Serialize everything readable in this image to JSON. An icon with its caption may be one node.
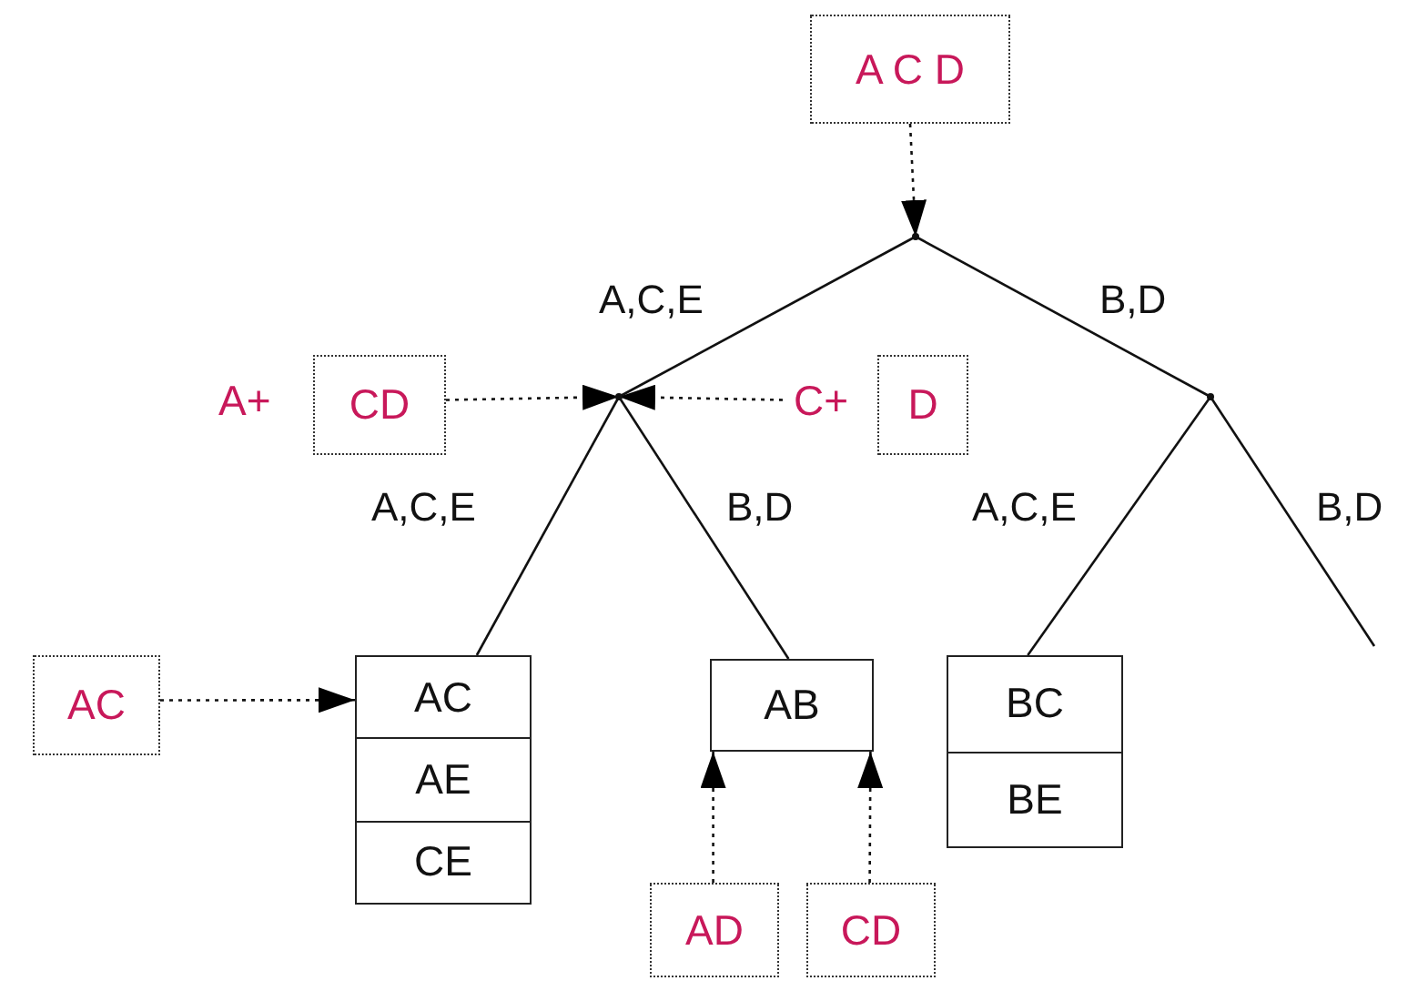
{
  "diagram": {
    "nodes": [
      {
        "text": [
          "A C D"
        ]
      },
      {
        "text": [],
        "shape": "point"
      },
      {
        "text": [],
        "shape": "point"
      },
      {
        "text": [],
        "shape": "point"
      },
      {
        "text": [
          "CD"
        ],
        "beside": [
          "A+"
        ]
      },
      {
        "text": [
          "D"
        ],
        "beside": [
          "C+"
        ]
      },
      {
        "text": [
          "AC"
        ]
      },
      {
        "text": [
          "AC",
          "AE",
          "CE"
        ]
      },
      {
        "text": [
          "AB"
        ]
      },
      {
        "text": [
          "BC",
          "BE"
        ]
      },
      {
        "text": [
          "AD"
        ]
      },
      {
        "text": [
          "CD"
        ]
      }
    ],
    "edges": [
      {
        "from": 0,
        "to": 1,
        "arrow": "to",
        "style": "dashed"
      },
      {
        "from": 1,
        "to": 2,
        "arrow": "none",
        "label": "A,C,E"
      },
      {
        "from": 1,
        "to": 3,
        "arrow": "none",
        "label": "B,D"
      },
      {
        "from": 4,
        "to": 2,
        "arrow": "to",
        "style": "dashed"
      },
      {
        "from": 5,
        "to": 2,
        "arrow": "to",
        "style": "dashed"
      },
      {
        "from": 2,
        "to": 7,
        "arrow": "none",
        "label": "A,C,E"
      },
      {
        "from": 2,
        "to": 8,
        "arrow": "none",
        "label": "B,D"
      },
      {
        "from": 3,
        "to": 9,
        "arrow": "none",
        "label": "A,C,E"
      },
      {
        "from": 3,
        "to": null,
        "arrow": "none",
        "label": "B,D"
      },
      {
        "from": 6,
        "to": 7,
        "arrow": "to",
        "style": "dashed"
      },
      {
        "from": 10,
        "to": 8,
        "arrow": "to",
        "style": "dashed"
      },
      {
        "from": 11,
        "to": 8,
        "arrow": "to",
        "style": "dashed"
      }
    ]
  }
}
